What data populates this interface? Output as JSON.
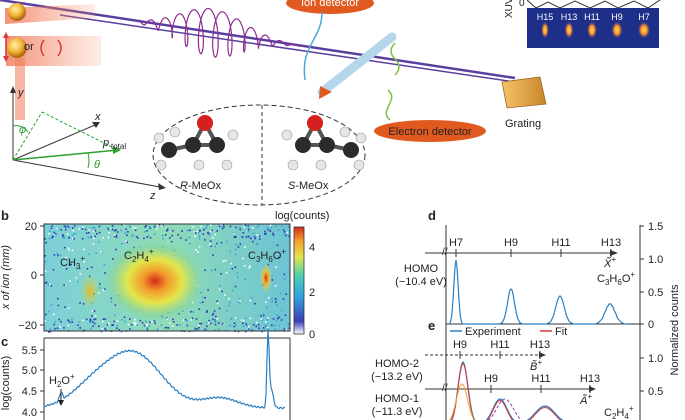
{
  "panel_a": {
    "ion_detector": "Ion detector",
    "electron_detector": "Electron detector",
    "grating": "Grating",
    "xuv_label": "XUV",
    "or_label": "or",
    "xuv_zero": "0",
    "harmonics": [
      "H15",
      "H13",
      "H11",
      "H9",
      "H7"
    ],
    "coord": {
      "y": "y",
      "x": "x",
      "z": "z",
      "phi": "φ",
      "theta": "θ",
      "p": "p",
      "p_sub": "total"
    },
    "molecule_r": "R",
    "molecule_s": "S",
    "molecule_suffix": "-MeOx"
  },
  "panel_b": {
    "letter": "b",
    "ylabel": "x of ion (mm)",
    "yticks": [
      "20",
      "0",
      "−20"
    ],
    "colorbar_title": "log(counts)",
    "colorbar_ticks": [
      "4",
      "2",
      "0"
    ],
    "ion_ch3": "CH",
    "ion_ch3_sub": "3",
    "ion_ch3_sup": "+",
    "ion_c2h4": "C",
    "ion_c2h4_sub1": "2",
    "ion_c2h4_h": "H",
    "ion_c2h4_sub2": "4",
    "ion_c2h4_sup": "+",
    "ion_c3h6o": "C",
    "ion_c3h6o_sub1": "3",
    "ion_c3h6o_h": "H",
    "ion_c3h6o_sub2": "6",
    "ion_c3h6o_o": "O",
    "ion_c3h6o_sup": "+"
  },
  "panel_c": {
    "letter": "c",
    "ylabel": "log(counts)",
    "yticks": [
      "5.5",
      "5.0",
      "4.5",
      "4.0"
    ],
    "annotation": "H",
    "annotation_sub": "2",
    "annotation_o": "O",
    "annotation_sup": "+"
  },
  "panel_d": {
    "letter": "d",
    "harmonics": [
      "H7",
      "H9",
      "H11",
      "H13"
    ],
    "state": "X̃",
    "state_sup": "+",
    "orbital": "HOMO",
    "energy": "(−10.4 eV)",
    "species": "C",
    "species_sub1": "3",
    "species_h": "H",
    "species_sub2": "6",
    "species_o": "O",
    "species_sup": "+",
    "yticks": [
      "1.5",
      "1.0",
      "0.5",
      "0"
    ],
    "ylabel": "Normalized counts"
  },
  "panel_e": {
    "letter": "e",
    "legend_experiment": "Experiment",
    "legend_fit": "Fit",
    "row1_harmonics": [
      "H9",
      "H11",
      "H13"
    ],
    "row1_state": "B̃",
    "row1_state_sup": "+",
    "row1_orbital": "HOMO-2",
    "row1_energy": "(−13.2 eV)",
    "row2_harmonics": [
      "H9",
      "H11",
      "H13"
    ],
    "row2_state": "Ã",
    "row2_state_sup": "+",
    "row2_orbital": "HOMO-1",
    "row2_energy": "(−11.3 eV)",
    "species": "C",
    "species_sub1": "2",
    "species_h": "H",
    "species_sub2": "4",
    "species_sup": "+",
    "yticks": [
      "1.0",
      "0.5"
    ]
  },
  "colors": {
    "laser": "#5b3fa0",
    "electron_path": "#b6d6ec",
    "detector": "#e05a1f",
    "spectrum_line": "#2a7fc1",
    "fit_line": "#d73a3a",
    "ion_wire": "#4aa8d8",
    "electron_wire": "#7fc241",
    "theta_arrow": "#2ca02c"
  }
}
